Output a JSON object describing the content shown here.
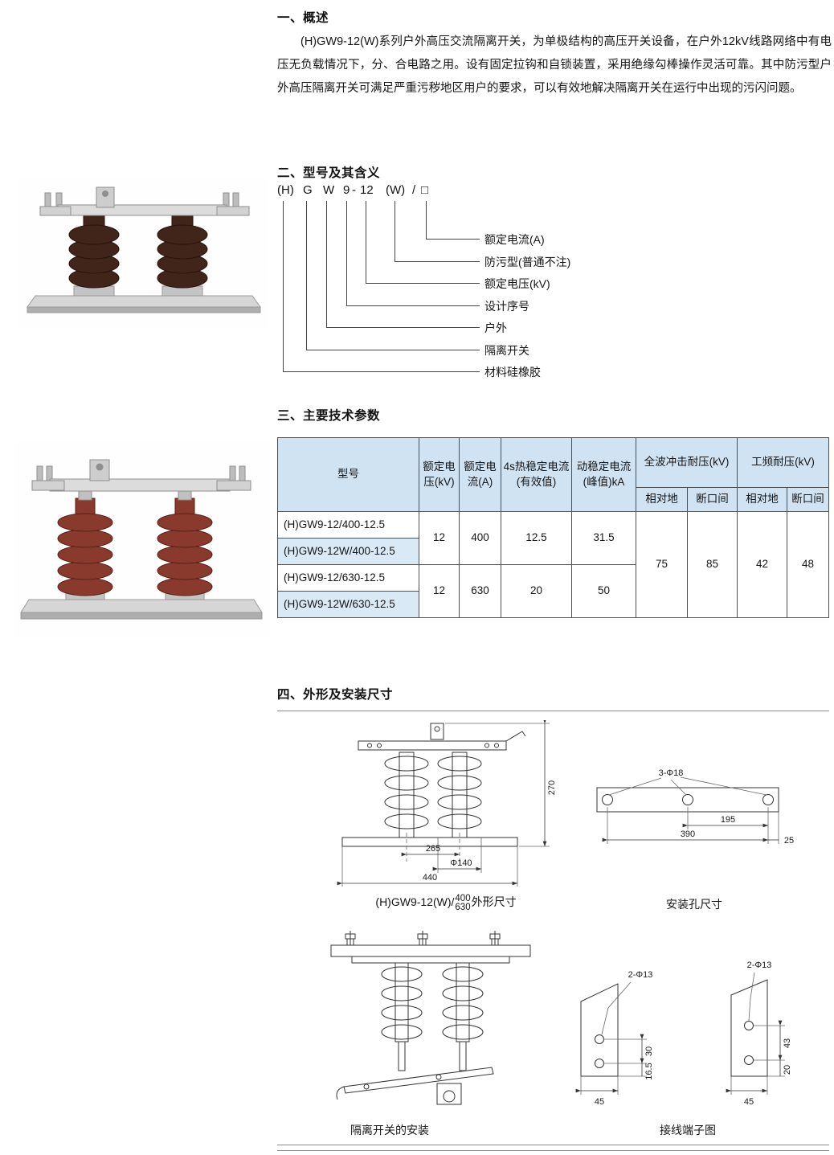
{
  "doc": {
    "section1": {
      "heading": "一、概述",
      "paragraph": "(H)GW9-12(W)系列户外高压交流隔离开关，为单极结构的高压开关设备，在户外12kV线路网络中有电压无负载情况下，分、合电路之用。设有固定拉钩和自锁装置，采用绝缘勾棒操作灵活可靠。其中防污型户外高压隔离开关可满足严重污秽地区用户的要求，可以有效地解决隔离开关在运行中出现的污闪问题。"
    },
    "section2": {
      "heading": "二、型号及其含义",
      "code": {
        "h": "(H)",
        "g": "G",
        "w": "W",
        "nine": "9",
        "dash": "-",
        "twelve": "12",
        "pw": "(W)",
        "slash": "/",
        "box": "□"
      },
      "labels": [
        "额定电流(A)",
        "防污型(普通不注)",
        "额定电压(kV)",
        "设计序号",
        "户外",
        "隔离开关",
        "材料硅橡胶"
      ]
    },
    "section3": {
      "heading": "三、主要技术参数",
      "table": {
        "headers": {
          "model": "型号",
          "voltage": "额定电压(kV)",
          "current": "额定电流(A)",
          "thermal": "4s热稳定电流(有效值)",
          "dynamic": "动稳定电流(峰值)kA",
          "impulse": "全波冲击耐压(kV)",
          "power_freq": "工频耐压(kV)",
          "ground": "相对地",
          "gap": "断口间"
        },
        "models": [
          "(H)GW9-12/400-12.5",
          "(H)GW9-12W/400-12.5",
          "(H)GW9-12/630-12.5",
          "(H)GW9-12W/630-12.5"
        ],
        "group1": {
          "voltage": "12",
          "current": "400",
          "thermal": "12.5",
          "dynamic": "31.5"
        },
        "group2": {
          "voltage": "12",
          "current": "630",
          "thermal": "20",
          "dynamic": "50"
        },
        "withstand": {
          "impulse_ground": "75",
          "impulse_gap": "85",
          "pf_ground": "42",
          "pf_gap": "48"
        }
      }
    },
    "section4": {
      "heading": "四、外形及安装尺寸",
      "captions": {
        "outline_prefix": "(H)GW9-12(W)/",
        "outline_frac_top": "400",
        "outline_frac_bottom": "630",
        "outline_suffix": "外形尺寸",
        "mounting": "安装孔尺寸",
        "installation": "隔离开关的安装",
        "terminal": "接线端子图"
      },
      "dims": {
        "outline_height": "270",
        "outline_centers": "265",
        "outline_base": "440",
        "outline_dia": "Φ140",
        "mount_holes": "3-Φ18",
        "mount_pitch": "195",
        "mount_span": "390",
        "mount_edge": "25",
        "term_left_holes": "2-Φ13",
        "term_left_pitch": "30",
        "term_left_edge": "16.5",
        "term_left_width": "45",
        "term_right_holes": "2-Φ13",
        "term_right_pitch": "43",
        "term_right_edge": "20",
        "term_right_width": "45"
      }
    }
  }
}
